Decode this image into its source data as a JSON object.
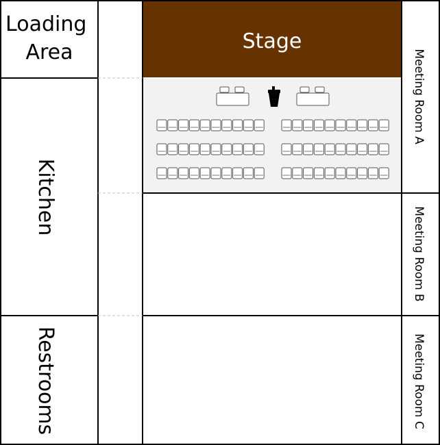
{
  "rooms": {
    "loading_area": [
      "Loading",
      "Area"
    ],
    "stage": "Stage",
    "kitchen": "Kitchen",
    "restrooms": "Restrooms",
    "meeting_room_a": "Meeting Room A",
    "meeting_room_b": "Meeting Room B",
    "meeting_room_c": "Meeting Room C"
  },
  "seating": {
    "rows": 3,
    "chairs_per_section": 10,
    "sections": 2,
    "head_tables": 2,
    "chairs_per_head_table": 2,
    "podium": 1
  },
  "colors": {
    "stage": "#663300",
    "stage_text": "#ffffff",
    "seating_area": "#f2f2f2",
    "walls": "#000000",
    "divider_dash": "#bfbfbf"
  }
}
